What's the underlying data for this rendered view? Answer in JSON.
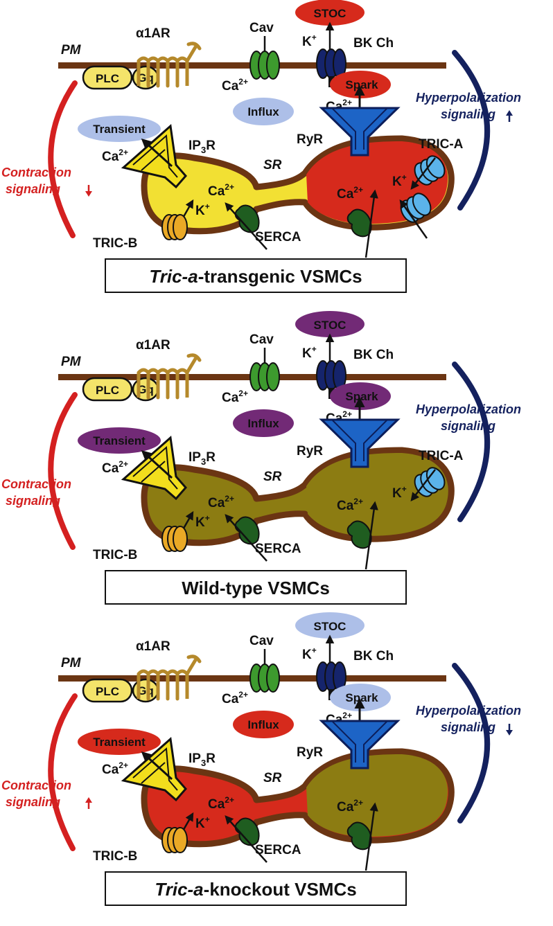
{
  "panels": [
    {
      "id": "transgenic",
      "title_italic": "Tric-a",
      "title_rest": "-transgenic VSMCs",
      "colors": {
        "stoc": "#d62a1c",
        "influx": "#adbfe8",
        "spark": "#d62a1c",
        "transient": "#adbfe8",
        "sr_left": "#f2e033",
        "sr_right": "#d62a1c",
        "contraction_arrow": "down",
        "hyper_arrow": "up"
      },
      "contraction": [
        "Contraction",
        "signaling"
      ],
      "hyper": [
        "Hyperpolarization",
        "signaling"
      ],
      "tric_a": true
    },
    {
      "id": "wildtype",
      "title_italic": "",
      "title_rest": "Wild-type VSMCs",
      "colors": {
        "stoc": "#722a76",
        "influx": "#722a76",
        "spark": "#722a76",
        "transient": "#722a76",
        "sr_left": "#8c7c12",
        "sr_right": "#8c7c12",
        "contraction_arrow": "none",
        "hyper_arrow": "none"
      },
      "contraction": [
        "Contraction",
        "signaling"
      ],
      "hyper": [
        "Hyperpolarization",
        "signaling"
      ],
      "tric_a": true
    },
    {
      "id": "knockout",
      "title_italic": "Tric-a",
      "title_rest": "-knockout VSMCs",
      "colors": {
        "stoc": "#adbfe8",
        "influx": "#d62a1c",
        "spark": "#adbfe8",
        "transient": "#d62a1c",
        "sr_left": "#d62a1c",
        "sr_right": "#8c7c12",
        "contraction_arrow": "up",
        "hyper_arrow": "down"
      },
      "contraction": [
        "Contraction",
        "signaling"
      ],
      "hyper": [
        "Hyperpolarization",
        "signaling"
      ],
      "tric_a": false
    }
  ],
  "labels": {
    "pm": "PM",
    "a1ar": "α1AR",
    "plc": "PLC",
    "gq": "Gq",
    "cav": "Cav",
    "ca": "Ca",
    "ca_sup": "2+",
    "k": "K",
    "k_sup": "+",
    "bk": "BK Ch",
    "stoc": "STOC",
    "influx": "Influx",
    "spark": "Spark",
    "transient": "Transient",
    "ip3r_a": "IP",
    "ip3r_sub": "3",
    "ip3r_b": "R",
    "ryr": "RyR",
    "sr": "SR",
    "tric_a": "TRIC-A",
    "tric_b": "TRIC-B",
    "serca": "SERCA"
  },
  "palette": {
    "membrane": "#6b3513",
    "receptor": "#b5892b",
    "plc_fill": "#f4e46a",
    "cav": "#3d9a2e",
    "bk": "#15246c",
    "ryr": "#1d64c6",
    "ip3r": "#f2de1d",
    "tric_a": "#5bb3ea",
    "tric_b": "#eaa926",
    "serca": "#1f5d20",
    "contraction": "#d42020",
    "hyper": "#14215e"
  }
}
